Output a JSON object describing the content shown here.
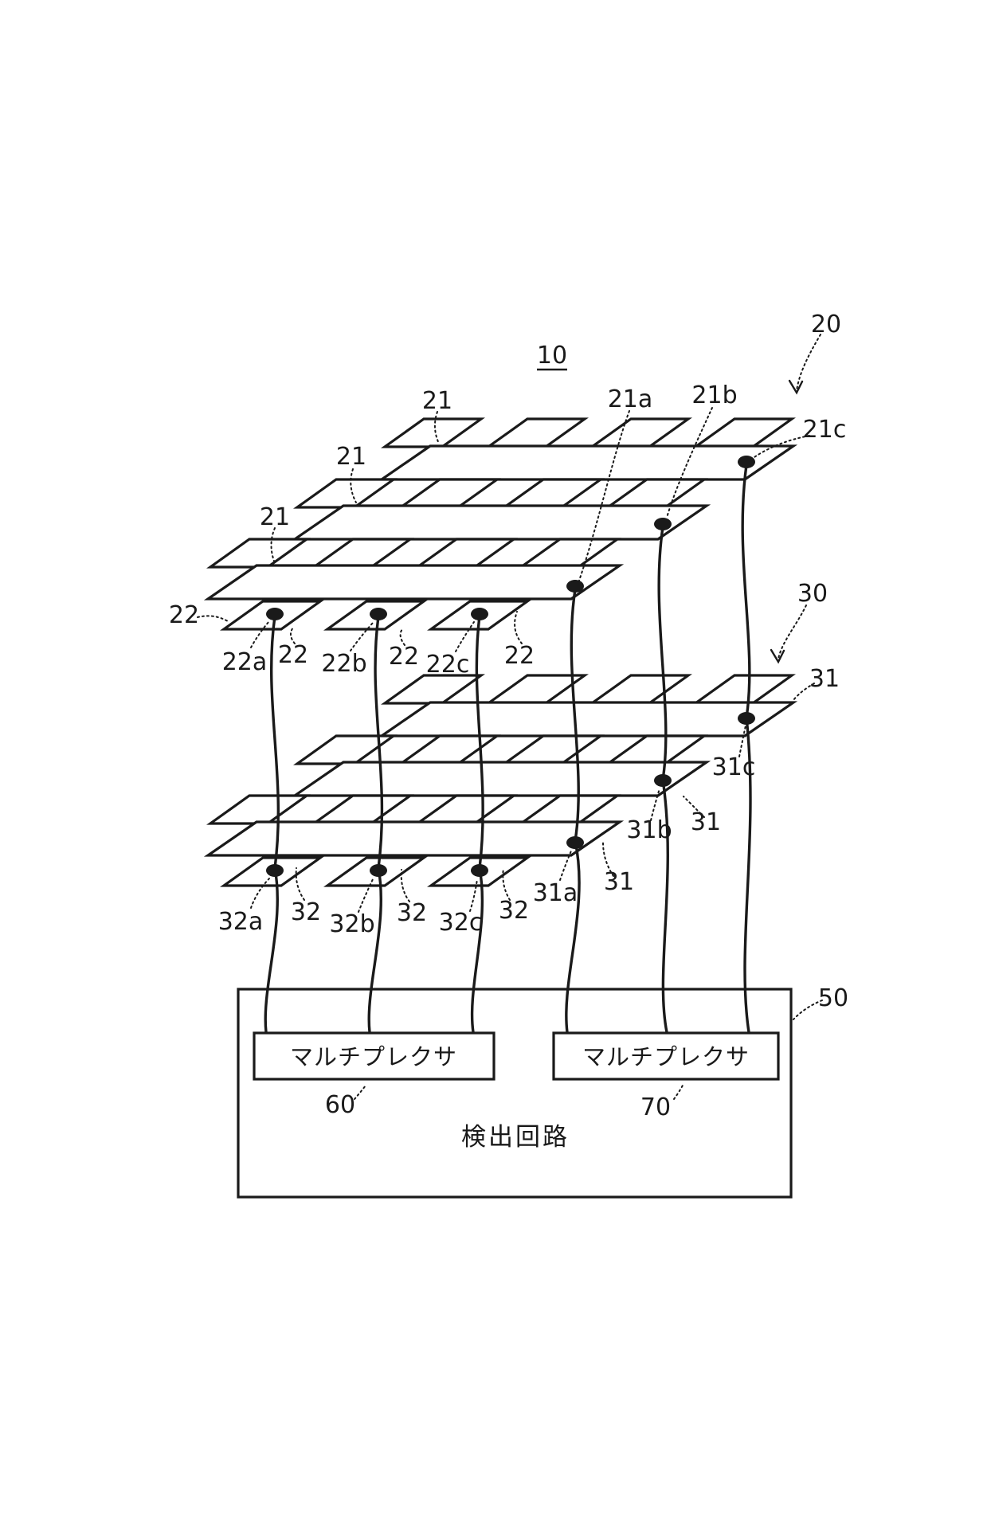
{
  "figure": {
    "number": "10"
  },
  "layer20": {
    "ref": "20",
    "strip_labels": [
      "21",
      "21",
      "21"
    ],
    "terminals": {
      "a": "21a",
      "b": "21b",
      "c": "21c"
    },
    "pads": {
      "ref_labels": [
        "22",
        "22",
        "22",
        "22"
      ],
      "terminals": {
        "a": "22a",
        "b": "22b",
        "c": "22c"
      }
    }
  },
  "layer30": {
    "ref": "30",
    "strip_labels": [
      "31",
      "31",
      "31"
    ],
    "terminals": {
      "a": "31a",
      "b": "31b",
      "c": "31c"
    },
    "pads": {
      "ref_labels": [
        "32",
        "32",
        "32"
      ],
      "terminals": {
        "a": "32a",
        "b": "32b",
        "c": "32c"
      }
    }
  },
  "detection": {
    "ref": "50",
    "label": "検出回路",
    "mux_left": {
      "ref": "60",
      "label": "マルチプレクサ"
    },
    "mux_right": {
      "ref": "70",
      "label": "マルチプレクサ"
    }
  },
  "colors": {
    "ink": "#1a1a1a",
    "background": "#ffffff"
  }
}
